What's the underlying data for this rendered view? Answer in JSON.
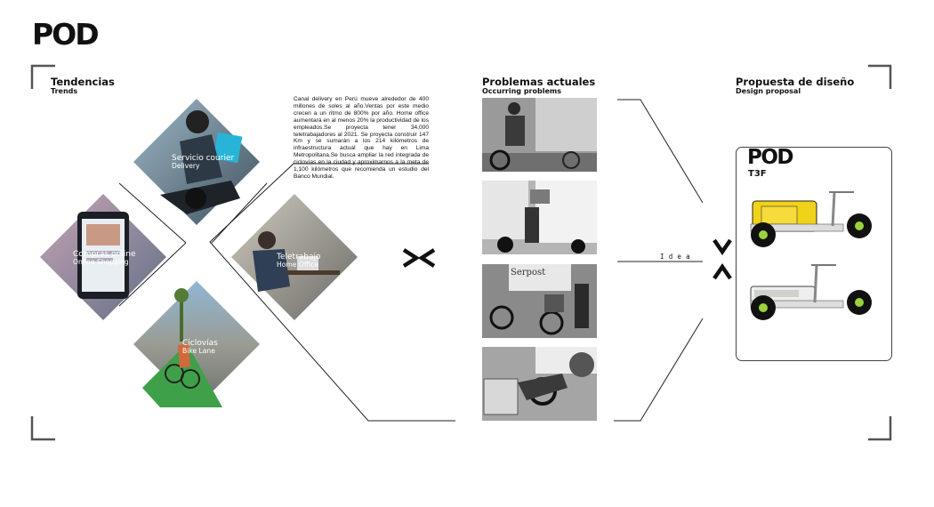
{
  "brand": {
    "logo": "POD"
  },
  "sections": {
    "trends": {
      "title": "Tendencias",
      "subtitle": "Trends"
    },
    "problems": {
      "title": "Problemas actuales",
      "subtitle": "Occurring problems"
    },
    "proposal": {
      "title": "Propuesta de diseño",
      "subtitle": "Design proposal"
    }
  },
  "paragraph": "Canal delivery en Perú mueve alrededor de 400 millones de soles al año.Ventas por este medio crecen a un ritmo de 800% por año. Home office aumentará en al menos 20% la productividad de los empleados.Se proyecta tener 34,000 teletrabajadores al 2021. Se proyecta construir 147 Km y se sumarán a los 214 kilómetros de infraestructura actual que hay en Lima Metropolitana.Se busca ampliar la red integrada de ciclovías en la ciudad y aproximarnos a la meta de 1,100 kilómetros que recomienda un estudio del Banco Mundial.",
  "trend_cards": [
    {
      "title": "Servicio courier",
      "subtitle": "Delivery"
    },
    {
      "title": "Compras online",
      "subtitle": "Online Shopping"
    },
    {
      "title": "Teletrabajo",
      "subtitle": "Home Office"
    },
    {
      "title": "Ciclovías",
      "subtitle": "Bike Lane"
    }
  ],
  "idea_label": "Idea",
  "proposal_card": {
    "logo": "POD",
    "model": "T3F"
  },
  "colors": {
    "accent_yellow": "#f0d21a",
    "frame": "#555555",
    "ink": "#111111"
  }
}
